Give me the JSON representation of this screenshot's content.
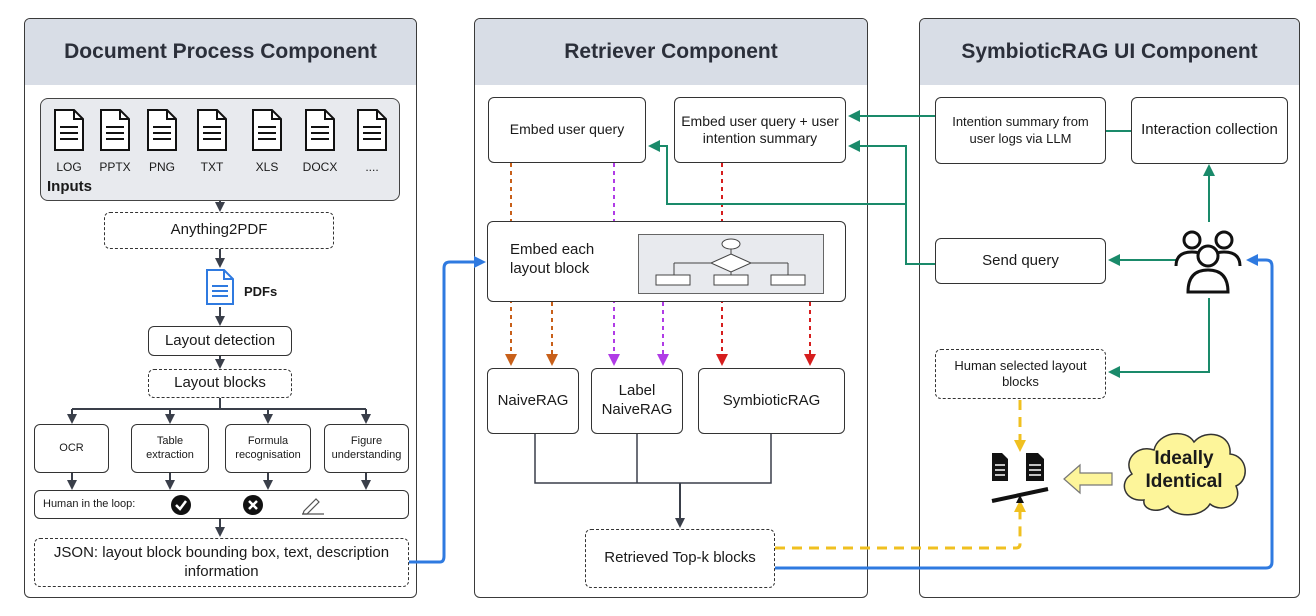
{
  "panels": {
    "document": {
      "title": "Document Process Component"
    },
    "retriever": {
      "title": "Retriever Component"
    },
    "ui": {
      "title": "SymbioticRAG UI Component"
    }
  },
  "document": {
    "inputs_label": "Inputs",
    "file_types": [
      "LOG",
      "PPTX",
      "PNG",
      "TXT",
      "XLS",
      "DOCX",
      "...."
    ],
    "anything2pdf": "Anything2PDF",
    "pdfs": "PDFs",
    "layout_detection": "Layout detection",
    "layout_blocks": "Layout blocks",
    "branches": [
      "OCR",
      "Table extraction",
      "Formula recognisation",
      "Figure understanding"
    ],
    "human_loop": "Human in the loop:",
    "json_output": "JSON: layout block bounding box, text, description information"
  },
  "retriever": {
    "embed_query": "Embed user query",
    "embed_query_intent": "Embed user query + user intention summary",
    "embed_blocks": "Embed each layout block",
    "naive": "NaiveRAG",
    "label_naive": "Label NaiveRAG",
    "symbiotic": "SymbioticRAG",
    "topk": "Retrieved Top-k blocks"
  },
  "ui": {
    "intention": "Intention summary from user logs via LLM",
    "interaction": "Interaction collection",
    "send_query": "Send query",
    "human_selected": "Human selected layout blocks",
    "ideal": "Ideally Identical"
  },
  "colors": {
    "header_bg": "#d8dde6",
    "orange_arrow": "#c8601a",
    "purple_arrow": "#b03ce6",
    "red_arrow": "#d61e1e",
    "teal_arrow": "#1a8a6a",
    "blue_arrow": "#2f7ae0",
    "yellow_dashed": "#f0c020",
    "cloud_fill": "#fdf59a"
  },
  "icons": [
    "document-icon",
    "pdf-icon",
    "check-circle-icon",
    "cross-circle-icon",
    "pencil-icon",
    "users-icon",
    "scale-icon",
    "arrow-left-icon",
    "cloud-icon"
  ]
}
